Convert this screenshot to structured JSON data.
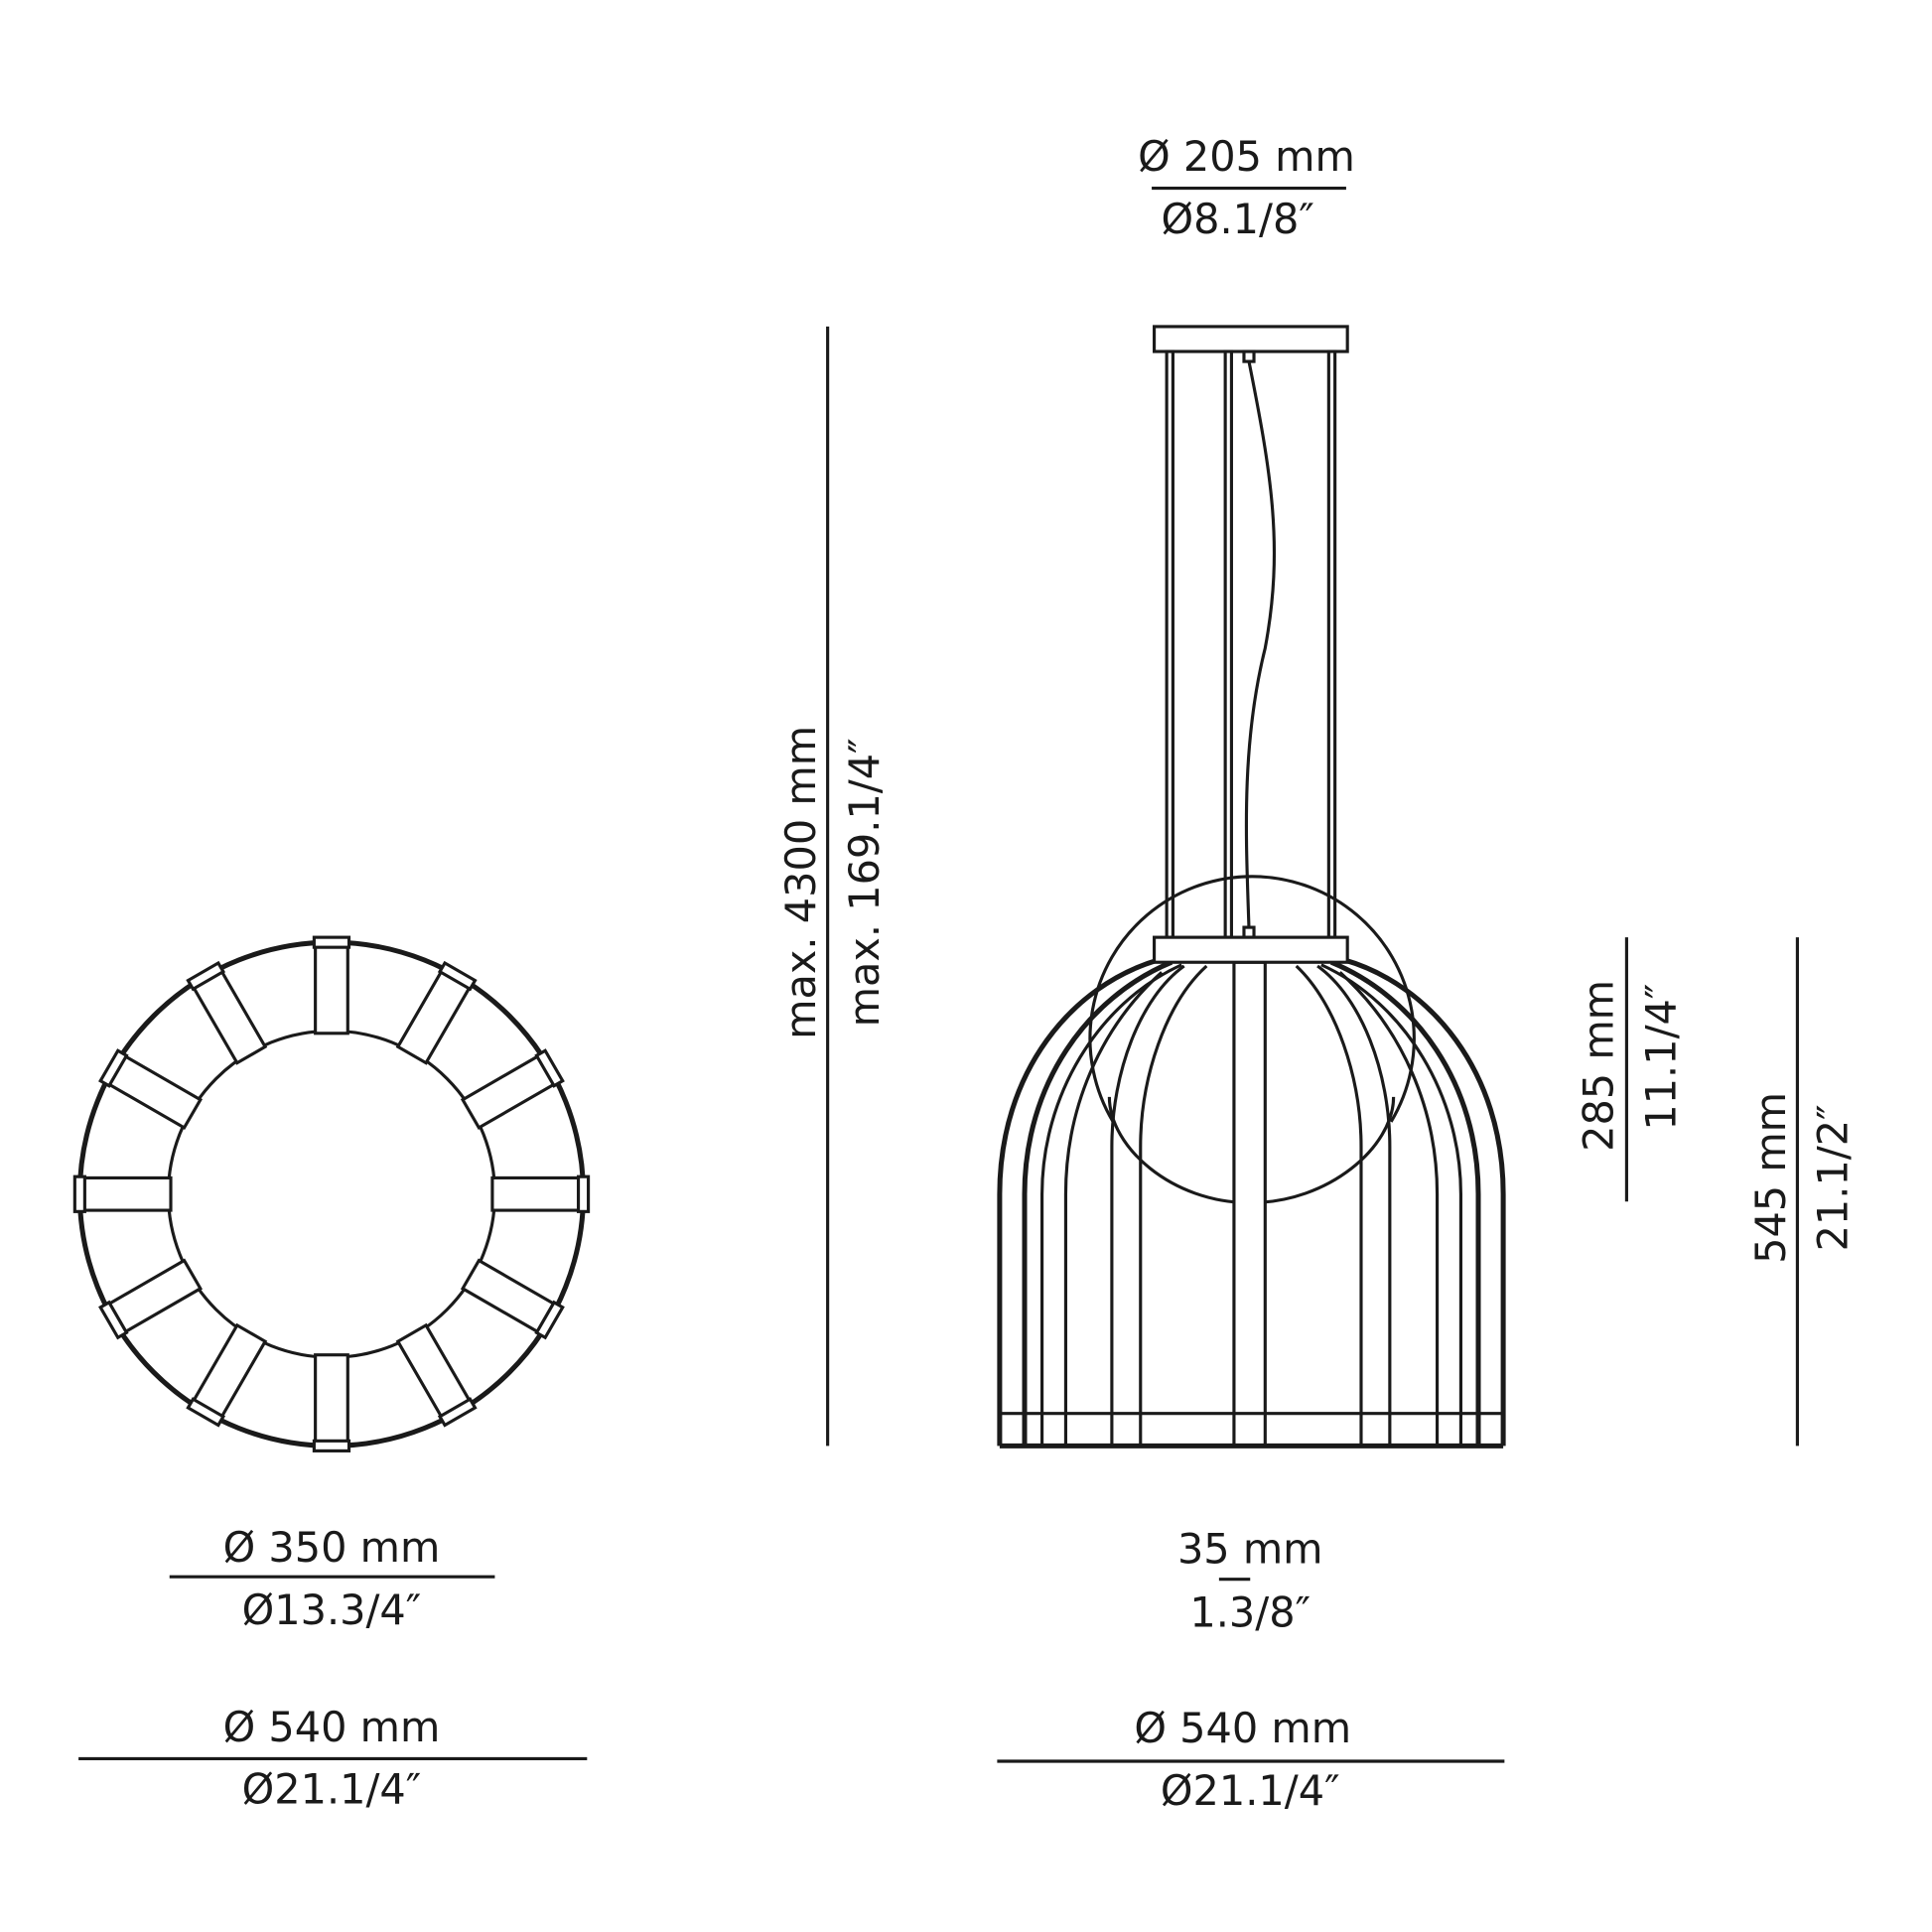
{
  "top_view": {
    "inner_diameter_mm": "Ø 350 mm",
    "inner_diameter_in": "Ø13.3/4″",
    "outer_diameter_mm": "Ø 540 mm",
    "outer_diameter_in": "Ø21.1/4″",
    "spoke_count": 12
  },
  "side_view": {
    "canopy_diameter_mm": "Ø 205 mm",
    "canopy_diameter_in": "Ø8.1/8″",
    "max_height_mm": "max. 4300 mm",
    "max_height_in": "max. 169.1/4″",
    "shade_height_mm": "285 mm",
    "shade_height_in": "11.1/4″",
    "total_height_mm": "545 mm",
    "total_height_in": "21.1/2″",
    "strip_width_mm": "35 mm",
    "strip_width_in": "1.3/8″",
    "diameter_mm": "Ø 540 mm",
    "diameter_in": "Ø21.1/4″"
  },
  "colors": {
    "line": "#1a1a1a",
    "background": "#ffffff"
  }
}
